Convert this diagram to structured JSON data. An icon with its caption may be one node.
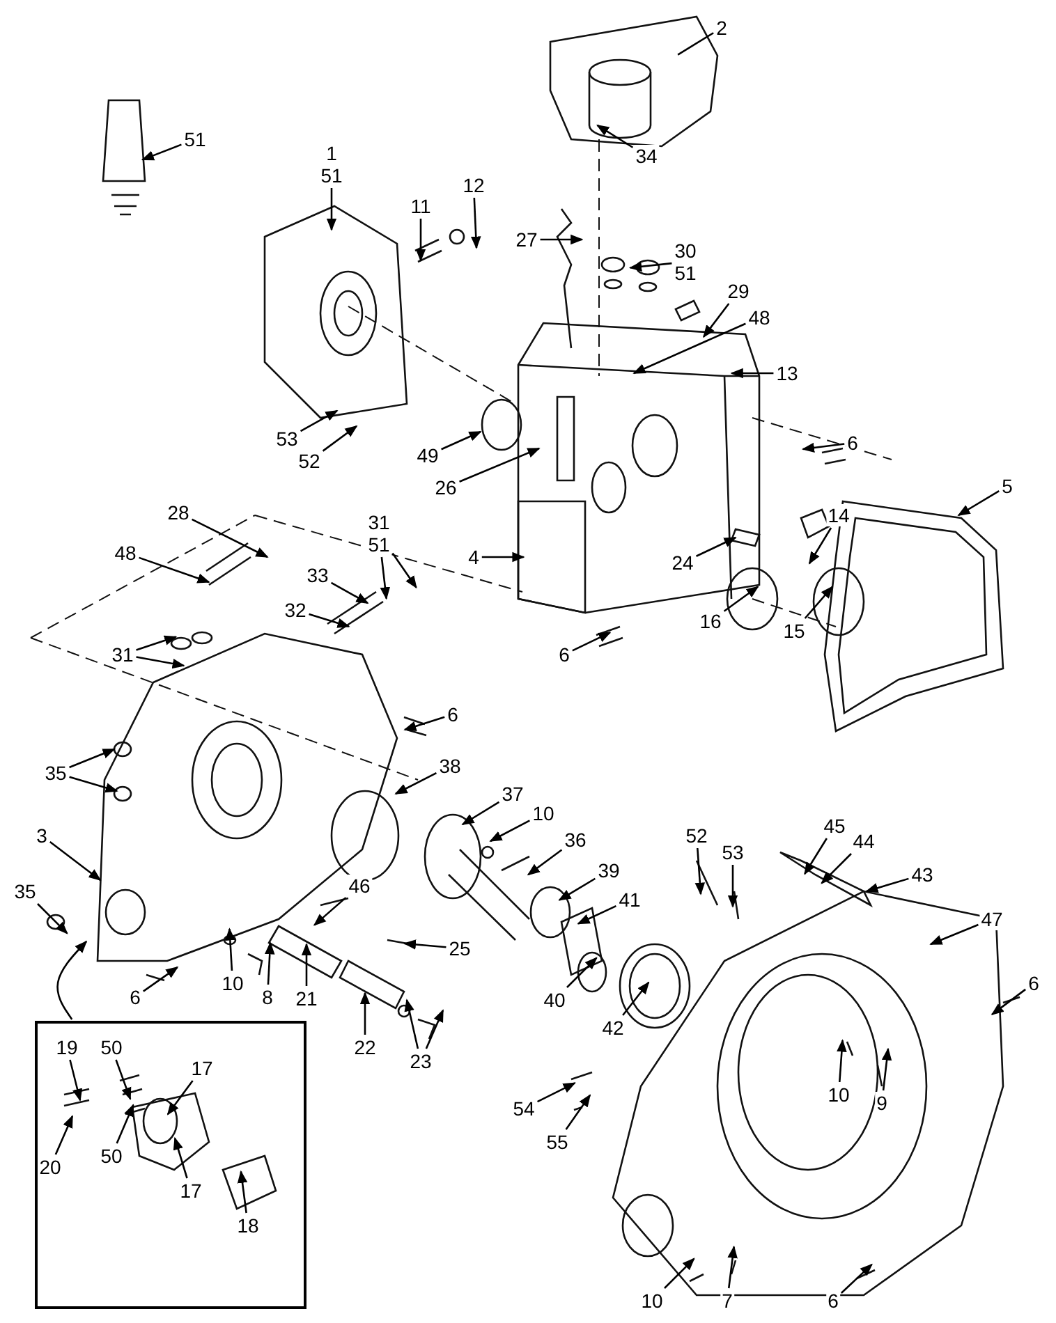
{
  "diagram": {
    "nodes": [
      {
        "text": [
          "1",
          "51"
        ]
      },
      {
        "text": [
          "2"
        ]
      },
      {
        "text": [
          "51"
        ]
      },
      {
        "text": [
          "34"
        ]
      },
      {
        "text": [
          "12"
        ]
      },
      {
        "text": [
          "11"
        ]
      },
      {
        "text": [
          "27"
        ]
      },
      {
        "text": [
          "30",
          "51"
        ]
      },
      {
        "text": [
          "29"
        ]
      },
      {
        "text": [
          "48"
        ]
      },
      {
        "text": [
          "13"
        ]
      },
      {
        "text": [
          "6"
        ]
      },
      {
        "text": [
          "5"
        ]
      },
      {
        "text": [
          "14"
        ]
      },
      {
        "text": [
          "53"
        ]
      },
      {
        "text": [
          "52"
        ]
      },
      {
        "text": [
          "49"
        ]
      },
      {
        "text": [
          "26"
        ]
      },
      {
        "text": [
          "4"
        ]
      },
      {
        "text": [
          "24"
        ]
      },
      {
        "text": [
          "16"
        ]
      },
      {
        "text": [
          "15"
        ]
      },
      {
        "text": [
          "6"
        ]
      },
      {
        "text": [
          "28"
        ]
      },
      {
        "text": [
          "48"
        ]
      },
      {
        "text": [
          "31",
          "51"
        ]
      },
      {
        "text": [
          "33"
        ]
      },
      {
        "text": [
          "32"
        ]
      },
      {
        "text": [
          "31"
        ]
      },
      {
        "text": [
          "6"
        ]
      },
      {
        "text": [
          "35"
        ]
      },
      {
        "text": [
          "38"
        ]
      },
      {
        "text": [
          "37"
        ]
      },
      {
        "text": [
          "10"
        ]
      },
      {
        "text": [
          "36"
        ]
      },
      {
        "text": [
          "3"
        ]
      },
      {
        "text": [
          "52"
        ]
      },
      {
        "text": [
          "53"
        ]
      },
      {
        "text": [
          "45"
        ]
      },
      {
        "text": [
          "44"
        ]
      },
      {
        "text": [
          "43"
        ]
      },
      {
        "text": [
          "35"
        ]
      },
      {
        "text": [
          "46"
        ]
      },
      {
        "text": [
          "39"
        ]
      },
      {
        "text": [
          "41"
        ]
      },
      {
        "text": [
          "47"
        ]
      },
      {
        "text": [
          "25"
        ]
      },
      {
        "text": [
          "10"
        ]
      },
      {
        "text": [
          "8"
        ]
      },
      {
        "text": [
          "6"
        ]
      },
      {
        "text": [
          "21"
        ]
      },
      {
        "text": [
          "40"
        ]
      },
      {
        "text": [
          "6"
        ]
      },
      {
        "text": [
          "42"
        ]
      },
      {
        "text": [
          "22"
        ]
      },
      {
        "text": [
          "23"
        ]
      },
      {
        "text": [],
        "shape": "box"
      },
      {
        "text": [
          "19"
        ],
        "in": 56
      },
      {
        "text": [
          "50"
        ],
        "in": 56
      },
      {
        "text": [
          "17"
        ],
        "in": 56
      },
      {
        "text": [
          "20"
        ],
        "in": 56
      },
      {
        "text": [
          "50"
        ],
        "in": 56
      },
      {
        "text": [
          "17"
        ],
        "in": 56
      },
      {
        "text": [
          "18"
        ],
        "in": 56
      },
      {
        "text": [
          "10"
        ]
      },
      {
        "text": [
          "9"
        ]
      },
      {
        "text": [
          "54"
        ]
      },
      {
        "text": [
          "55"
        ]
      },
      {
        "text": [
          "10"
        ]
      },
      {
        "text": [
          "7"
        ]
      },
      {
        "text": [
          "6"
        ]
      }
    ],
    "edges": [
      {
        "from": 0,
        "to": null,
        "arrow": "to"
      },
      {
        "from": 1,
        "to": null,
        "arrow": "none"
      },
      {
        "from": 2,
        "to": null,
        "arrow": "to"
      },
      {
        "from": 3,
        "to": null,
        "arrow": "to"
      },
      {
        "from": 4,
        "to": null,
        "arrow": "to"
      },
      {
        "from": 5,
        "to": null,
        "arrow": "to"
      },
      {
        "from": 6,
        "to": null,
        "arrow": "to"
      },
      {
        "from": 7,
        "to": null,
        "arrow": "to"
      },
      {
        "from": 8,
        "to": null,
        "arrow": "to"
      },
      {
        "from": 9,
        "to": null,
        "arrow": "to"
      },
      {
        "from": 10,
        "to": null,
        "arrow": "to"
      },
      {
        "from": 11,
        "to": null,
        "arrow": "to"
      },
      {
        "from": 12,
        "to": null,
        "arrow": "to"
      },
      {
        "from": 13,
        "to": null,
        "arrow": "to"
      },
      {
        "from": 14,
        "to": null,
        "arrow": "to"
      },
      {
        "from": 15,
        "to": null,
        "arrow": "to"
      },
      {
        "from": 16,
        "to": null,
        "arrow": "to"
      },
      {
        "from": 17,
        "to": null,
        "arrow": "to"
      },
      {
        "from": 18,
        "to": null,
        "arrow": "to"
      },
      {
        "from": 19,
        "to": null,
        "arrow": "to"
      },
      {
        "from": 20,
        "to": null,
        "arrow": "to"
      },
      {
        "from": 21,
        "to": null,
        "arrow": "to"
      },
      {
        "from": 22,
        "to": null,
        "arrow": "to"
      },
      {
        "from": 23,
        "to": null,
        "arrow": "to"
      },
      {
        "from": 24,
        "to": null,
        "arrow": "to"
      },
      {
        "from": 25,
        "to": null,
        "arrow": "to"
      },
      {
        "from": 25,
        "to": null,
        "arrow": "to"
      },
      {
        "from": 26,
        "to": null,
        "arrow": "to"
      },
      {
        "from": 27,
        "to": null,
        "arrow": "to"
      },
      {
        "from": 28,
        "to": null,
        "arrow": "to"
      },
      {
        "from": 28,
        "to": null,
        "arrow": "to"
      },
      {
        "from": 29,
        "to": null,
        "arrow": "to"
      },
      {
        "from": 30,
        "to": null,
        "arrow": "to"
      },
      {
        "from": 30,
        "to": null,
        "arrow": "to"
      },
      {
        "from": 31,
        "to": null,
        "arrow": "to"
      },
      {
        "from": 32,
        "to": null,
        "arrow": "to"
      },
      {
        "from": 33,
        "to": null,
        "arrow": "to"
      },
      {
        "from": 34,
        "to": null,
        "arrow": "to"
      },
      {
        "from": 35,
        "to": null,
        "arrow": "to"
      },
      {
        "from": 36,
        "to": null,
        "arrow": "to"
      },
      {
        "from": 37,
        "to": null,
        "arrow": "to"
      },
      {
        "from": 38,
        "to": null,
        "arrow": "to"
      },
      {
        "from": 39,
        "to": null,
        "arrow": "to"
      },
      {
        "from": 40,
        "to": null,
        "arrow": "to"
      },
      {
        "from": 41,
        "to": null,
        "arrow": "to"
      },
      {
        "from": 42,
        "to": null,
        "arrow": "to"
      },
      {
        "from": 43,
        "to": null,
        "arrow": "to"
      },
      {
        "from": 44,
        "to": null,
        "arrow": "to"
      },
      {
        "from": 45,
        "to": null,
        "arrow": "to"
      },
      {
        "from": 46,
        "to": null,
        "arrow": "to"
      },
      {
        "from": 47,
        "to": null,
        "arrow": "to"
      },
      {
        "from": 48,
        "to": null,
        "arrow": "to"
      },
      {
        "from": 49,
        "to": null,
        "arrow": "to"
      },
      {
        "from": 50,
        "to": null,
        "arrow": "to"
      },
      {
        "from": 51,
        "to": null,
        "arrow": "to"
      },
      {
        "from": 52,
        "to": null,
        "arrow": "to"
      },
      {
        "from": 53,
        "to": null,
        "arrow": "to"
      },
      {
        "from": 54,
        "to": null,
        "arrow": "to"
      },
      {
        "from": 55,
        "to": null,
        "arrow": "to"
      },
      {
        "from": 55,
        "to": null,
        "arrow": "to"
      },
      {
        "from": 56,
        "to": null,
        "arrow": "to"
      },
      {
        "from": 57,
        "to": null,
        "arrow": "to"
      },
      {
        "from": 58,
        "to": null,
        "arrow": "to"
      },
      {
        "from": 59,
        "to": null,
        "arrow": "to"
      },
      {
        "from": 60,
        "to": null,
        "arrow": "to"
      },
      {
        "from": 61,
        "to": null,
        "arrow": "to"
      },
      {
        "from": 62,
        "to": null,
        "arrow": "to"
      },
      {
        "from": 63,
        "to": null,
        "arrow": "to"
      },
      {
        "from": 64,
        "to": null,
        "arrow": "to"
      },
      {
        "from": 65,
        "to": null,
        "arrow": "to"
      },
      {
        "from": 66,
        "to": null,
        "arrow": "to"
      },
      {
        "from": 67,
        "to": null,
        "arrow": "to"
      },
      {
        "from": 68,
        "to": null,
        "arrow": "to"
      },
      {
        "from": 69,
        "to": null,
        "arrow": "to"
      },
      {
        "from": 70,
        "to": null,
        "arrow": "to"
      }
    ]
  }
}
